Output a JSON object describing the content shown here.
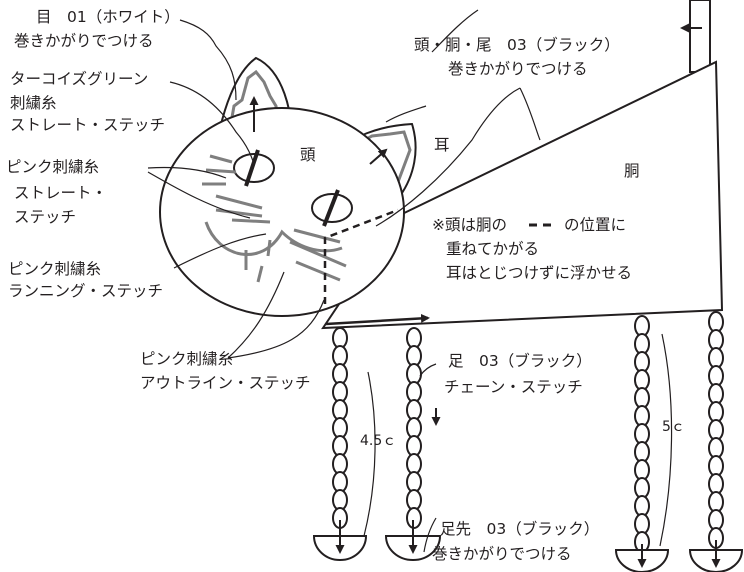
{
  "colors": {
    "ink": "#231f20",
    "gray": "#7f7f7f",
    "bg": "#ffffff"
  },
  "labels": {
    "eye_1": "目　01（ホワイト）",
    "eye_2": "巻きかがりでつける",
    "turq_1": "ターコイズグリーン",
    "turq_2": "刺繍糸",
    "turq_3": "ストレート・ステッチ",
    "pinkA_1": "ピンク刺繍糸",
    "pinkA_2": "ストレート・",
    "pinkA_3": "ステッチ",
    "pinkB_1": "ピンク刺繍糸",
    "pinkB_2": "ランニング・ステッチ",
    "pinkC_1": "ピンク刺繍糸",
    "pinkC_2": "アウトライン・ステッチ",
    "body_1": "頭・胴・尾　03（ブラック）",
    "body_2": "巻きかがりでつける",
    "head": "頭",
    "ear": "耳",
    "torso": "胴",
    "note_1": "※頭は胴の",
    "note_1b": "の位置に",
    "note_2": "重ねてかがる",
    "note_3": "耳はとじつけずに浮かせる",
    "leg_1": "足　03（ブラック）",
    "leg_2": "チェーン・ステッチ",
    "dim_front": "4.5ｃ",
    "dim_back": "5ｃ",
    "foot_1": "足先　03（ブラック）",
    "foot_2": "巻きかがりでつける"
  }
}
